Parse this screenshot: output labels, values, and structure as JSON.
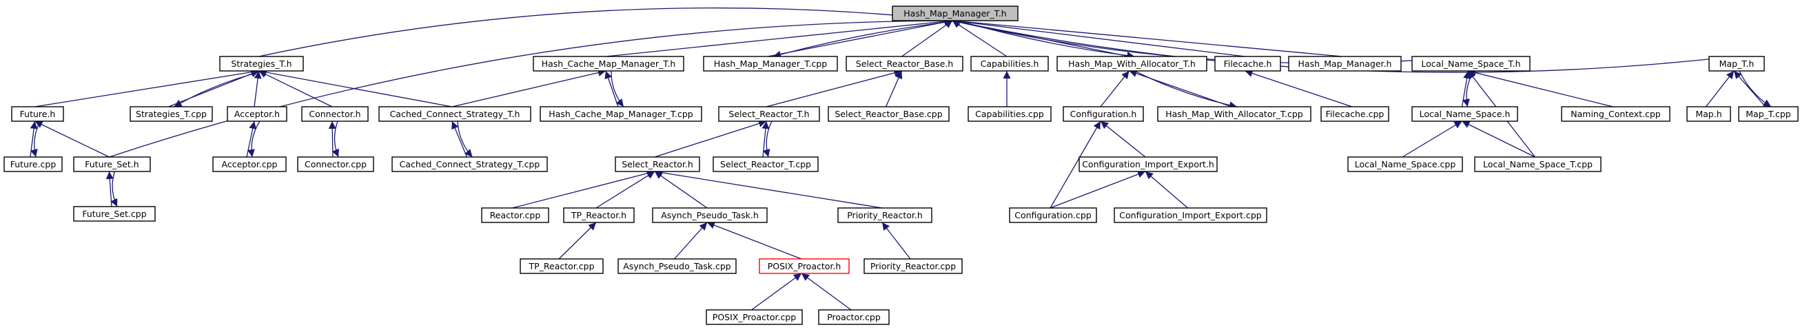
{
  "graph": {
    "title": "",
    "edge_color": "#191970",
    "highlight_color": "#ff0000",
    "root_fill": "#bfbfbf",
    "nodes": [
      {
        "id": "n0",
        "label": "Hash_Map_Manager_T.h",
        "root": true
      },
      {
        "id": "n1",
        "label": "Strategies_T.h"
      },
      {
        "id": "n2",
        "label": "Hash_Cache_Map_Manager_T.h"
      },
      {
        "id": "n3",
        "label": "Hash_Map_Manager_T.cpp"
      },
      {
        "id": "n4",
        "label": "Select_Reactor_Base.h"
      },
      {
        "id": "n5",
        "label": "Capabilities.h"
      },
      {
        "id": "n6",
        "label": "Hash_Map_With_Allocator_T.h"
      },
      {
        "id": "n7",
        "label": "Filecache.h"
      },
      {
        "id": "n8",
        "label": "Hash_Map_Manager.h"
      },
      {
        "id": "n9",
        "label": "Local_Name_Space_T.h"
      },
      {
        "id": "n10",
        "label": "Map_T.h"
      },
      {
        "id": "n11",
        "label": "Future.h"
      },
      {
        "id": "n12",
        "label": "Strategies_T.cpp"
      },
      {
        "id": "n13",
        "label": "Acceptor.h"
      },
      {
        "id": "n14",
        "label": "Connector.h"
      },
      {
        "id": "n15",
        "label": "Cached_Connect_Strategy_T.h"
      },
      {
        "id": "n16",
        "label": "Hash_Cache_Map_Manager_T.cpp"
      },
      {
        "id": "n17",
        "label": "Select_Reactor_T.h"
      },
      {
        "id": "n18",
        "label": "Select_Reactor_Base.cpp"
      },
      {
        "id": "n19",
        "label": "Capabilities.cpp"
      },
      {
        "id": "n20",
        "label": "Configuration.h"
      },
      {
        "id": "n21",
        "label": "Hash_Map_With_Allocator_T.cpp"
      },
      {
        "id": "n22",
        "label": "Filecache.cpp"
      },
      {
        "id": "n23",
        "label": "Local_Name_Space.h"
      },
      {
        "id": "n24",
        "label": "Naming_Context.cpp"
      },
      {
        "id": "n25",
        "label": "Map.h"
      },
      {
        "id": "n26",
        "label": "Map_T.cpp"
      },
      {
        "id": "n27",
        "label": "Future.cpp"
      },
      {
        "id": "n28",
        "label": "Future_Set.h"
      },
      {
        "id": "n29",
        "label": "Acceptor.cpp"
      },
      {
        "id": "n30",
        "label": "Connector.cpp"
      },
      {
        "id": "n31",
        "label": "Cached_Connect_Strategy_T.cpp"
      },
      {
        "id": "n32",
        "label": "Select_Reactor.h"
      },
      {
        "id": "n33",
        "label": "Select_Reactor_T.cpp"
      },
      {
        "id": "n34",
        "label": "Configuration_Import_Export.h"
      },
      {
        "id": "n35",
        "label": "Local_Name_Space.cpp"
      },
      {
        "id": "n36",
        "label": "Local_Name_Space_T.cpp"
      },
      {
        "id": "n37",
        "label": "Future_Set.cpp"
      },
      {
        "id": "n38",
        "label": "Reactor.cpp"
      },
      {
        "id": "n39",
        "label": "TP_Reactor.h"
      },
      {
        "id": "n40",
        "label": "Asynch_Pseudo_Task.h"
      },
      {
        "id": "n41",
        "label": "Priority_Reactor.h"
      },
      {
        "id": "n42",
        "label": "Configuration.cpp"
      },
      {
        "id": "n43",
        "label": "Configuration_Import_Export.cpp"
      },
      {
        "id": "n44",
        "label": "TP_Reactor.cpp"
      },
      {
        "id": "n45",
        "label": "Asynch_Pseudo_Task.cpp"
      },
      {
        "id": "n46",
        "label": "POSIX_Proactor.h",
        "highlight": true
      },
      {
        "id": "n47",
        "label": "Priority_Reactor.cpp"
      },
      {
        "id": "n48",
        "label": "POSIX_Proactor.cpp"
      },
      {
        "id": "n49",
        "label": "Proactor.cpp"
      }
    ],
    "edges": [
      {
        "from": "n1",
        "to": "n0"
      },
      {
        "from": "n2",
        "to": "n0"
      },
      {
        "from": "n3",
        "to": "n0"
      },
      {
        "from": "n4",
        "to": "n0"
      },
      {
        "from": "n5",
        "to": "n0"
      },
      {
        "from": "n6",
        "to": "n0"
      },
      {
        "from": "n7",
        "to": "n0"
      },
      {
        "from": "n8",
        "to": "n0"
      },
      {
        "from": "n9",
        "to": "n0"
      },
      {
        "from": "n10",
        "to": "n0"
      },
      {
        "from": "n28",
        "to": "n0"
      },
      {
        "from": "n11",
        "to": "n1"
      },
      {
        "from": "n12",
        "to": "n1"
      },
      {
        "from": "n13",
        "to": "n1"
      },
      {
        "from": "n14",
        "to": "n1"
      },
      {
        "from": "n15",
        "to": "n1"
      },
      {
        "from": "n15",
        "to": "n2"
      },
      {
        "from": "n16",
        "to": "n2"
      },
      {
        "from": "n17",
        "to": "n4"
      },
      {
        "from": "n18",
        "to": "n4"
      },
      {
        "from": "n19",
        "to": "n5"
      },
      {
        "from": "n20",
        "to": "n6"
      },
      {
        "from": "n21",
        "to": "n6"
      },
      {
        "from": "n22",
        "to": "n7"
      },
      {
        "from": "n23",
        "to": "n9"
      },
      {
        "from": "n24",
        "to": "n9"
      },
      {
        "from": "n36",
        "to": "n9"
      },
      {
        "from": "n25",
        "to": "n10"
      },
      {
        "from": "n26",
        "to": "n10"
      },
      {
        "from": "n27",
        "to": "n11"
      },
      {
        "from": "n28",
        "to": "n11"
      },
      {
        "from": "n29",
        "to": "n13"
      },
      {
        "from": "n30",
        "to": "n14"
      },
      {
        "from": "n31",
        "to": "n15"
      },
      {
        "from": "n32",
        "to": "n17"
      },
      {
        "from": "n33",
        "to": "n17"
      },
      {
        "from": "n42",
        "to": "n20"
      },
      {
        "from": "n34",
        "to": "n20"
      },
      {
        "from": "n35",
        "to": "n23"
      },
      {
        "from": "n36",
        "to": "n23"
      },
      {
        "from": "n37",
        "to": "n28"
      },
      {
        "from": "n38",
        "to": "n32"
      },
      {
        "from": "n39",
        "to": "n32"
      },
      {
        "from": "n40",
        "to": "n32"
      },
      {
        "from": "n41",
        "to": "n32"
      },
      {
        "from": "n42",
        "to": "n34"
      },
      {
        "from": "n43",
        "to": "n34"
      },
      {
        "from": "n44",
        "to": "n39"
      },
      {
        "from": "n45",
        "to": "n40"
      },
      {
        "from": "n46",
        "to": "n40"
      },
      {
        "from": "n47",
        "to": "n41"
      },
      {
        "from": "n48",
        "to": "n46"
      },
      {
        "from": "n49",
        "to": "n46"
      }
    ],
    "back_edges": [
      {
        "from": "n0",
        "to": "n3"
      },
      {
        "from": "n0",
        "to": "n6"
      },
      {
        "from": "n1",
        "to": "n12"
      },
      {
        "from": "n2",
        "to": "n16"
      },
      {
        "from": "n6",
        "to": "n21"
      },
      {
        "from": "n9",
        "to": "n23"
      },
      {
        "from": "n11",
        "to": "n27"
      },
      {
        "from": "n13",
        "to": "n29"
      },
      {
        "from": "n14",
        "to": "n30"
      },
      {
        "from": "n15",
        "to": "n31"
      },
      {
        "from": "n17",
        "to": "n33"
      },
      {
        "from": "n28",
        "to": "n37"
      },
      {
        "from": "n10",
        "to": "n26"
      }
    ]
  }
}
